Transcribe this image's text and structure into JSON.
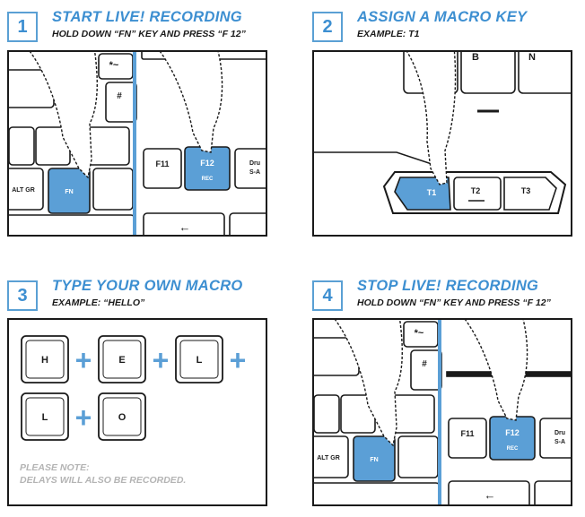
{
  "steps": [
    {
      "number": "1",
      "title": "START LIVE! RECORDING",
      "subtitle": "HOLD DOWN “FN” KEY AND PRESS “F 12”"
    },
    {
      "number": "2",
      "title": "ASSIGN A MACRO KEY",
      "subtitle": "EXAMPLE: T1"
    },
    {
      "number": "3",
      "title": "TYPE YOUR OWN MACRO",
      "subtitle": "EXAMPLE: “HELLO”"
    },
    {
      "number": "4",
      "title": "STOP LIVE! RECORDING",
      "subtitle": "HOLD DOWN “FN” KEY AND PRESS “F 12”"
    }
  ],
  "keyboard_labels": {
    "star": "*~",
    "hash": "#",
    "alt_gr": "ALT GR",
    "fn": "FN",
    "f11": "F11",
    "f12": "F12",
    "rec": "REC",
    "drum": "Dru",
    "drum2": "S-A",
    "arrow": "←"
  },
  "macro_key_labels": {
    "b": "B",
    "n": "N",
    "t1": "T1",
    "t2": "T2",
    "t3": "T3"
  },
  "macro_keys": [
    "H",
    "E",
    "L",
    "L",
    "O"
  ],
  "plus": "+",
  "note_lines": [
    "PLEASE NOTE:",
    "DELAYS WILL ALSO BE RECORDED."
  ],
  "colors": {
    "accent": "#3d8fd1",
    "key_blue": "#5b9fd6",
    "outline": "#1a1a1a",
    "note": "#b4b4b4"
  }
}
